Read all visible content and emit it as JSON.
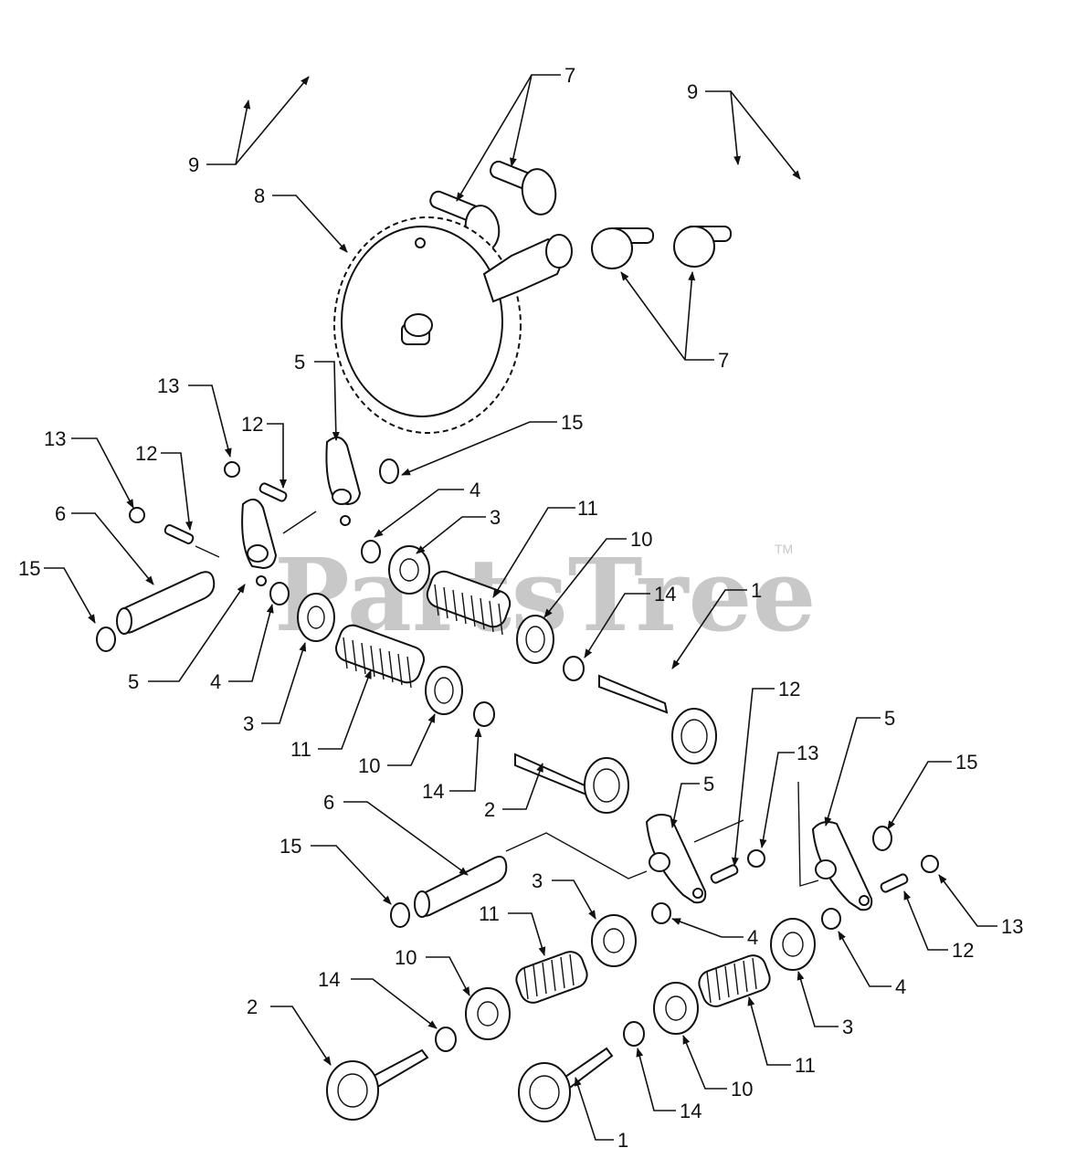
{
  "watermark": "PartsTree",
  "trademark": "TM",
  "callouts": [
    "1",
    "2",
    "3",
    "4",
    "5",
    "6",
    "7",
    "8",
    "9",
    "10",
    "11",
    "12",
    "13",
    "14",
    "15"
  ],
  "labels": {
    "l7a": "7",
    "l9a": "9",
    "l9b": "9",
    "l8": "8",
    "l7b": "7",
    "l5a": "5",
    "l13a": "13",
    "l12a": "12",
    "l15a": "15",
    "l13b": "13",
    "l12b": "12",
    "l6a": "6",
    "l4a": "4",
    "l3a": "3",
    "l11a": "11",
    "l10a": "10",
    "l14a": "14",
    "l1a": "1",
    "l15b": "15",
    "l5b": "5",
    "l4b": "4",
    "l3b": "3",
    "l11b": "11",
    "l10b": "10",
    "l14b": "14",
    "l2a": "2",
    "l12c": "12",
    "l13c": "13",
    "l5c": "5",
    "l5d": "5",
    "l15c": "15",
    "l6b": "6",
    "l15d": "15",
    "l3c": "3",
    "l11c": "11",
    "l4c": "4",
    "l12d": "12",
    "l13d": "13",
    "l10c": "10",
    "l4d": "4",
    "l14c": "14",
    "l2b": "2",
    "l3d": "3",
    "l11d": "11",
    "l10d": "10",
    "l14d": "14",
    "l1b": "1"
  }
}
